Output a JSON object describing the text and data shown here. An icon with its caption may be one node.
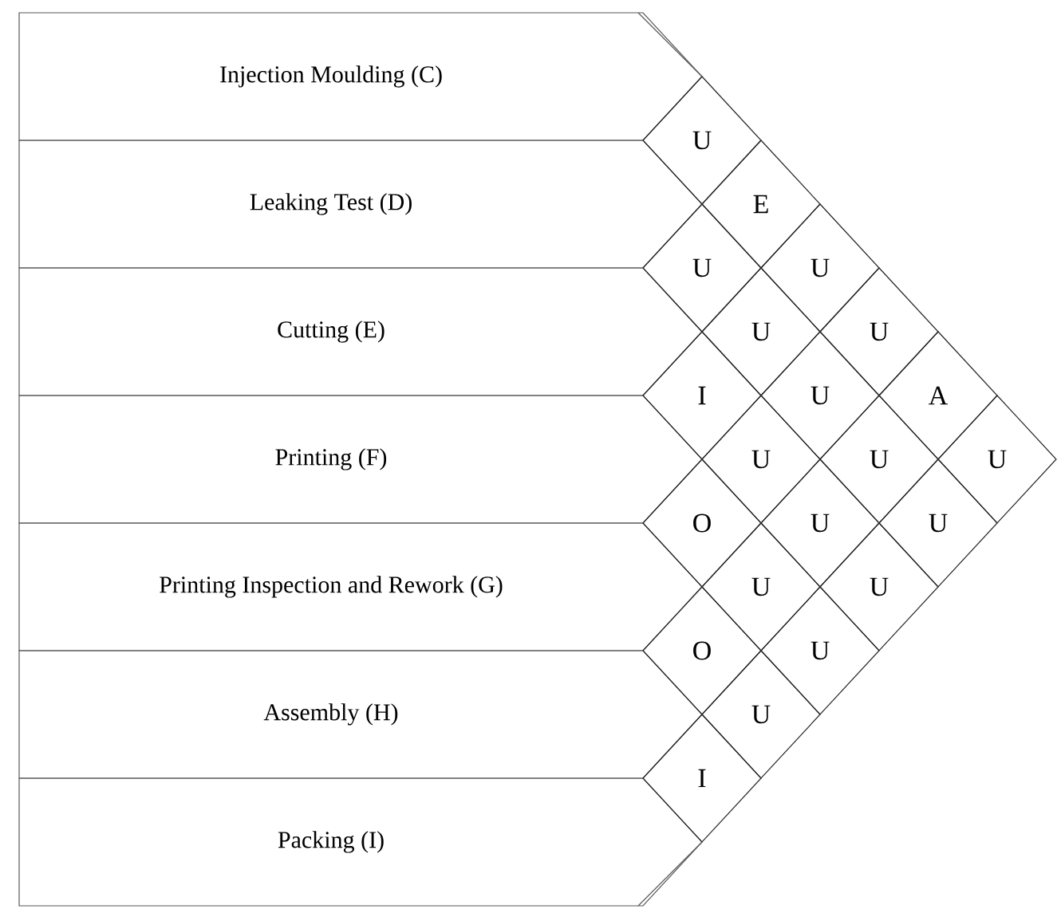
{
  "diagram": {
    "nodes": [
      {
        "text": [
          "Injection Moulding (C)"
        ]
      },
      {
        "text": [
          "Leaking Test (D)"
        ]
      },
      {
        "text": [
          "Cutting (E)"
        ]
      },
      {
        "text": [
          "Printing (F)"
        ]
      },
      {
        "text": [
          "Printing Inspection and Rework (G)"
        ]
      },
      {
        "text": [
          "Assembly (H)"
        ]
      },
      {
        "text": [
          "Packing (I)"
        ]
      },
      {
        "text": [
          "U"
        ]
      },
      {
        "text": [
          "E"
        ]
      },
      {
        "text": [
          "U"
        ]
      },
      {
        "text": [
          "U"
        ]
      },
      {
        "text": [
          "U"
        ]
      },
      {
        "text": [
          "U"
        ]
      },
      {
        "text": [
          "I"
        ]
      },
      {
        "text": [
          "U"
        ]
      },
      {
        "text": [
          "A"
        ]
      },
      {
        "text": [
          "U"
        ]
      },
      {
        "text": [
          "U"
        ]
      },
      {
        "text": [
          "U"
        ]
      },
      {
        "text": [
          "O"
        ]
      },
      {
        "text": [
          "U"
        ]
      },
      {
        "text": [
          "U"
        ]
      },
      {
        "text": [
          "U"
        ]
      },
      {
        "text": [
          "U"
        ]
      },
      {
        "text": [
          "O"
        ]
      },
      {
        "text": [
          "U"
        ]
      },
      {
        "text": [
          "U"
        ]
      },
      {
        "text": [
          "I"
        ]
      }
    ]
  }
}
